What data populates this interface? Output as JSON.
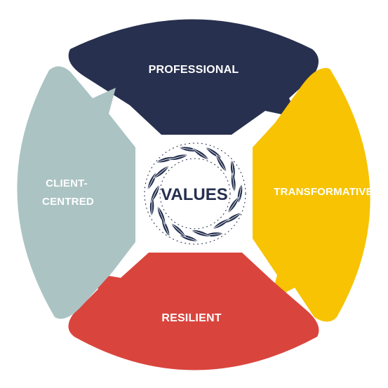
{
  "diagram": {
    "center": {
      "label": "VALUES",
      "color": "#25304f",
      "emblem": "feather-wreath"
    },
    "segments": [
      {
        "id": "professional",
        "label": "PROFESSIONAL",
        "color": "#28304f"
      },
      {
        "id": "transformative",
        "label": "TRANSFORMATIVE",
        "color": "#f7c302"
      },
      {
        "id": "resilient",
        "label": "RESILIENT",
        "color": "#d9453d"
      },
      {
        "id": "client-centred",
        "label_lines": [
          "CLIENT-",
          "CENTRED"
        ],
        "color": "#abc3c3"
      }
    ]
  }
}
